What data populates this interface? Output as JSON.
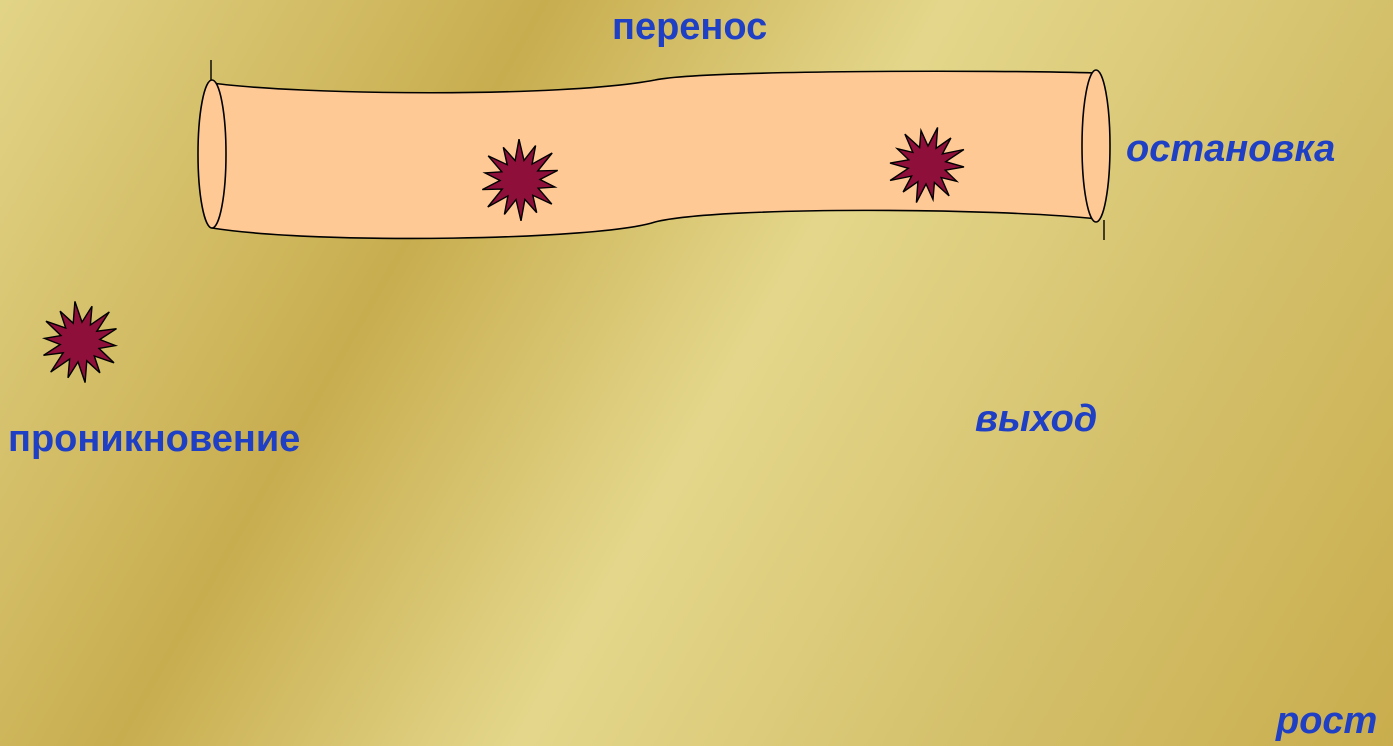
{
  "labels": {
    "transfer": "перенос",
    "stop": "остановка",
    "penetration": "проникновение",
    "exit": "выход",
    "growth": "рост"
  },
  "colors": {
    "text": "#1f3fc4",
    "tube_fill": "#ffc996",
    "tube_stroke": "#000000",
    "particle_fill": "#8e0f3a",
    "background_light": "#e4d78b",
    "background_dark": "#c8ad4f"
  },
  "shapes": {
    "tube": "cylinder-tube",
    "particle": "spiky-star-particle"
  }
}
